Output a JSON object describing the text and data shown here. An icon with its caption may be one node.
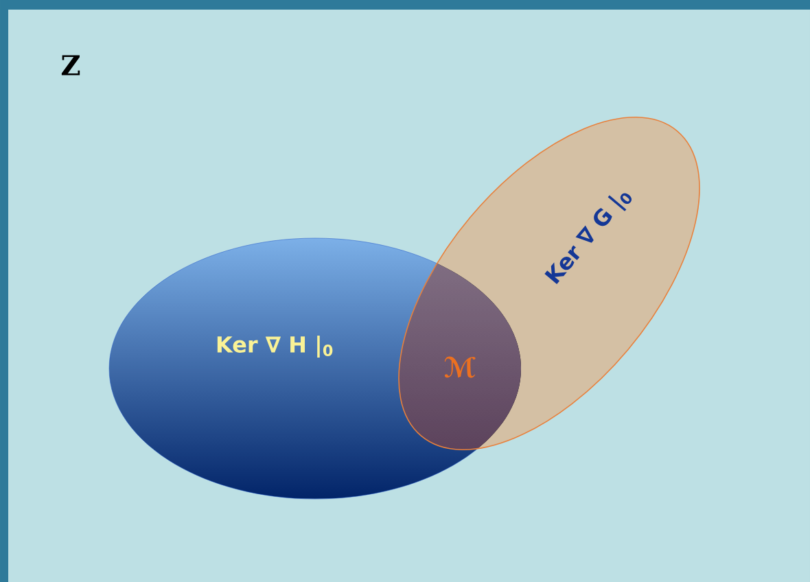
{
  "diagram": {
    "nodes": [
      {
        "text": [
          "Ker ∇ H |$_{0}$"
        ]
      },
      {
        "text": [
          "Ker ∇ G |$_{0}$"
        ]
      }
    ],
    "labels": [
      "Z",
      "ℳ"
    ]
  }
}
